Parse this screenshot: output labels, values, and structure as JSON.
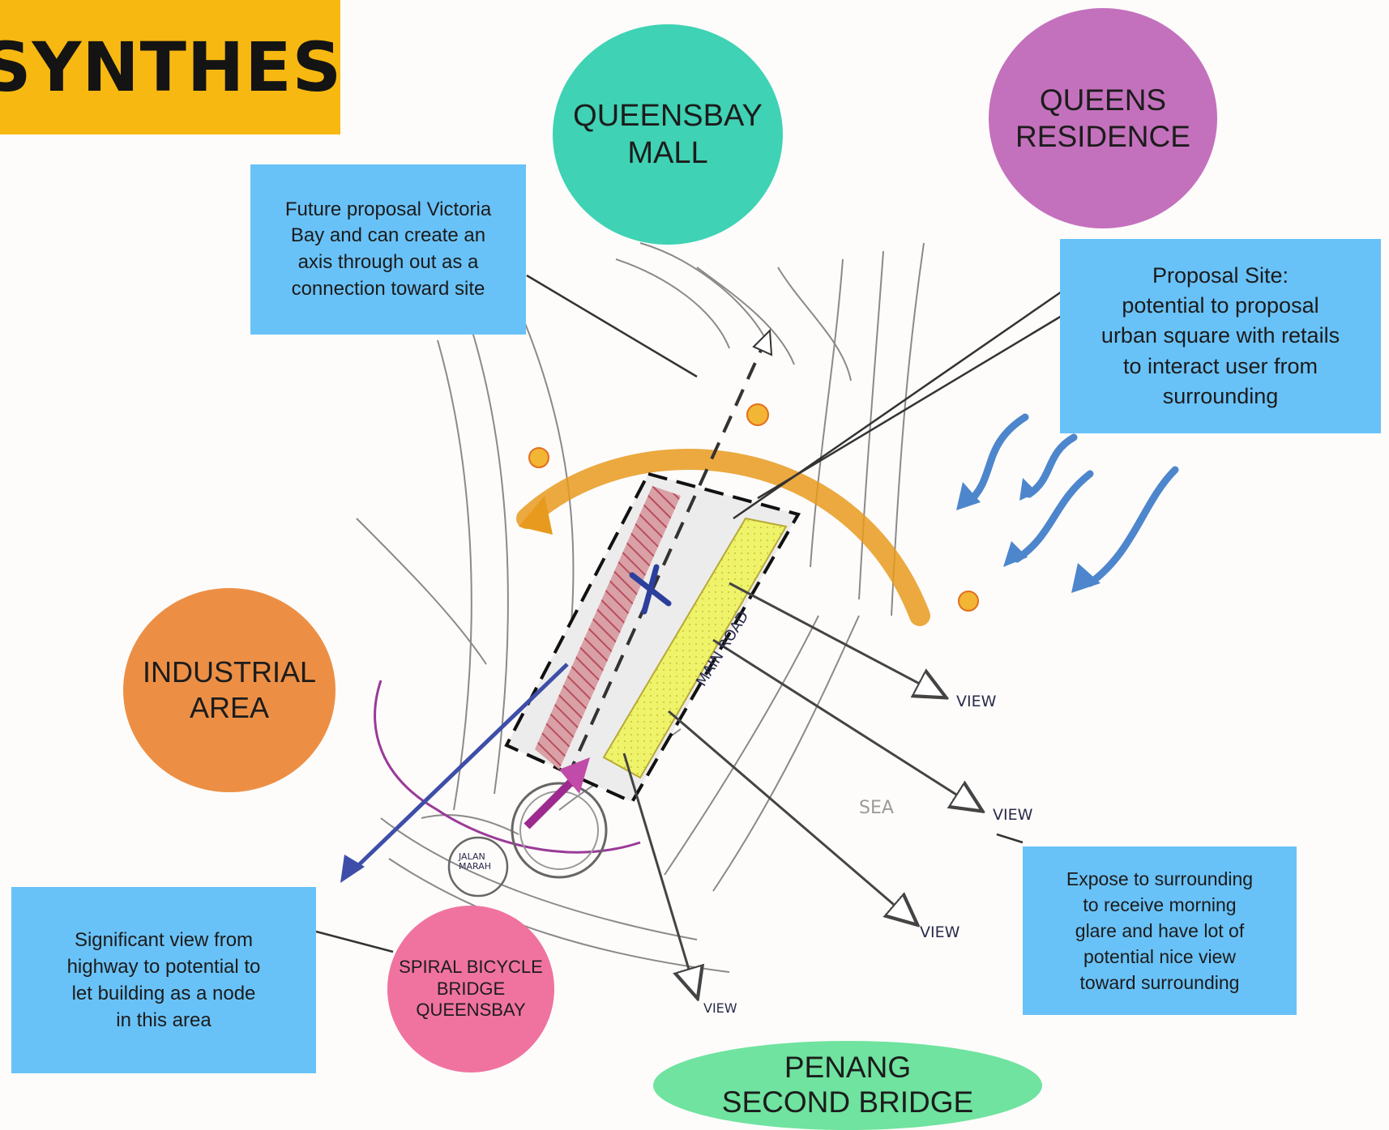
{
  "title": "SYNTHESIS",
  "circles": {
    "queensbay_mall": "QUEENSBAY\nMALL",
    "queens_residence": "QUEENS\nRESIDENCE",
    "industrial_area": "INDUSTRIAL\nAREA",
    "spiral_bicycle": "SPIRAL BICYCLE\nBRIDGE\nQUEENSBAY",
    "penang_bridge": "PENANG\nSECOND BRIDGE"
  },
  "notes": {
    "victoria_bay": "Future proposal Victoria\nBay and can create an\naxis through out as a\nconnection toward site",
    "proposal_site": "Proposal Site:\npotential to proposal\nurban square with retails\nto interact user from\nsurrounding",
    "significant_view": "Significant view from\nhighway to potential to\nlet building as a node\nin this area",
    "expose": "Expose to surrounding\nto receive morning\nglare and have lot of\npotential nice view\ntoward surrounding"
  },
  "sketch_labels": {
    "view": "VIEW",
    "sea": "SEA",
    "main_road": "MAIN ROAD",
    "roundabout": "JALAN\nMARAH"
  },
  "colors": {
    "title_bg": "#f7b811",
    "note_bg": "#69c2f7",
    "mall": "#3fd2b4",
    "residence": "#c471bd",
    "industrial": "#ec8f45",
    "bicycle": "#f0739f",
    "bridge": "#6fe39f"
  }
}
